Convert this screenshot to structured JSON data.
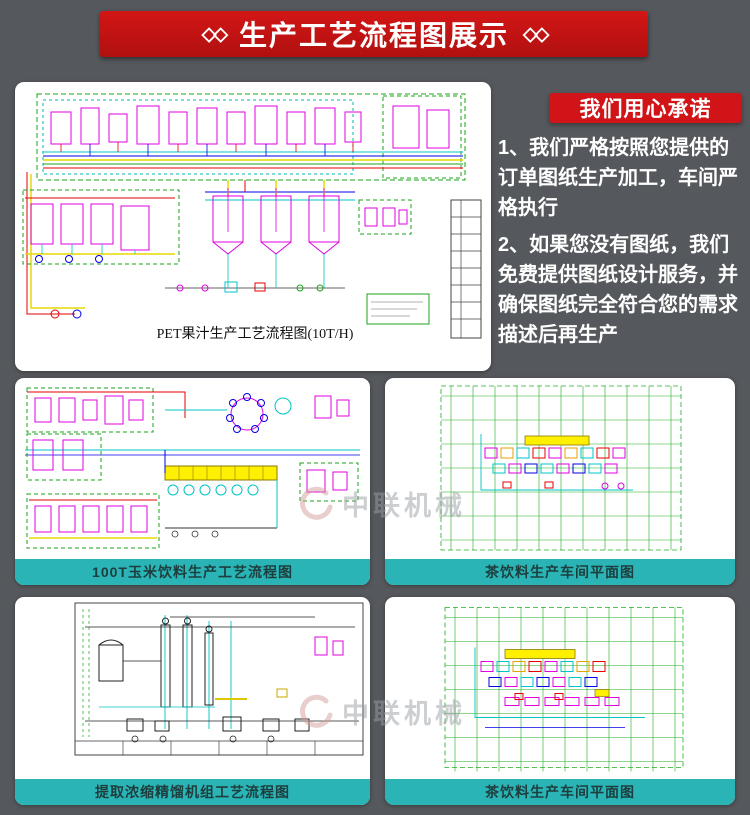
{
  "page": {
    "background": "#55585c"
  },
  "banner": {
    "ornament_left": "◇◇",
    "title": "生产工艺流程图展示",
    "ornament_right": "◇◇",
    "color": "#c01212"
  },
  "promise": {
    "badge": "我们用心承诺",
    "badge_color": "#d11417",
    "item1": "1、我们严格按照您提供的订单图纸生产加工，车间严格执行",
    "item2": "2、如果您没有图纸，我们免费提供图纸设计服务，并确保图纸完全符合您的需求描述后再生产"
  },
  "main_card": {
    "caption": "PET果汁生产工艺流程图(10T/H)"
  },
  "cards": [
    {
      "caption": "100T玉米饮料生产工艺流程图",
      "caption_bar_color": "#2ab4b6"
    },
    {
      "caption": "茶饮料生产车间平面图",
      "caption_bar_color": "#2ab4b6"
    },
    {
      "caption": "提取浓缩精馏机组工艺流程图",
      "caption_bar_color": "#2ab4b6"
    },
    {
      "caption": "茶饮料生产车间平面图",
      "caption_bar_color": "#2ab4b6"
    }
  ],
  "watermark": {
    "text": "中联机械"
  }
}
